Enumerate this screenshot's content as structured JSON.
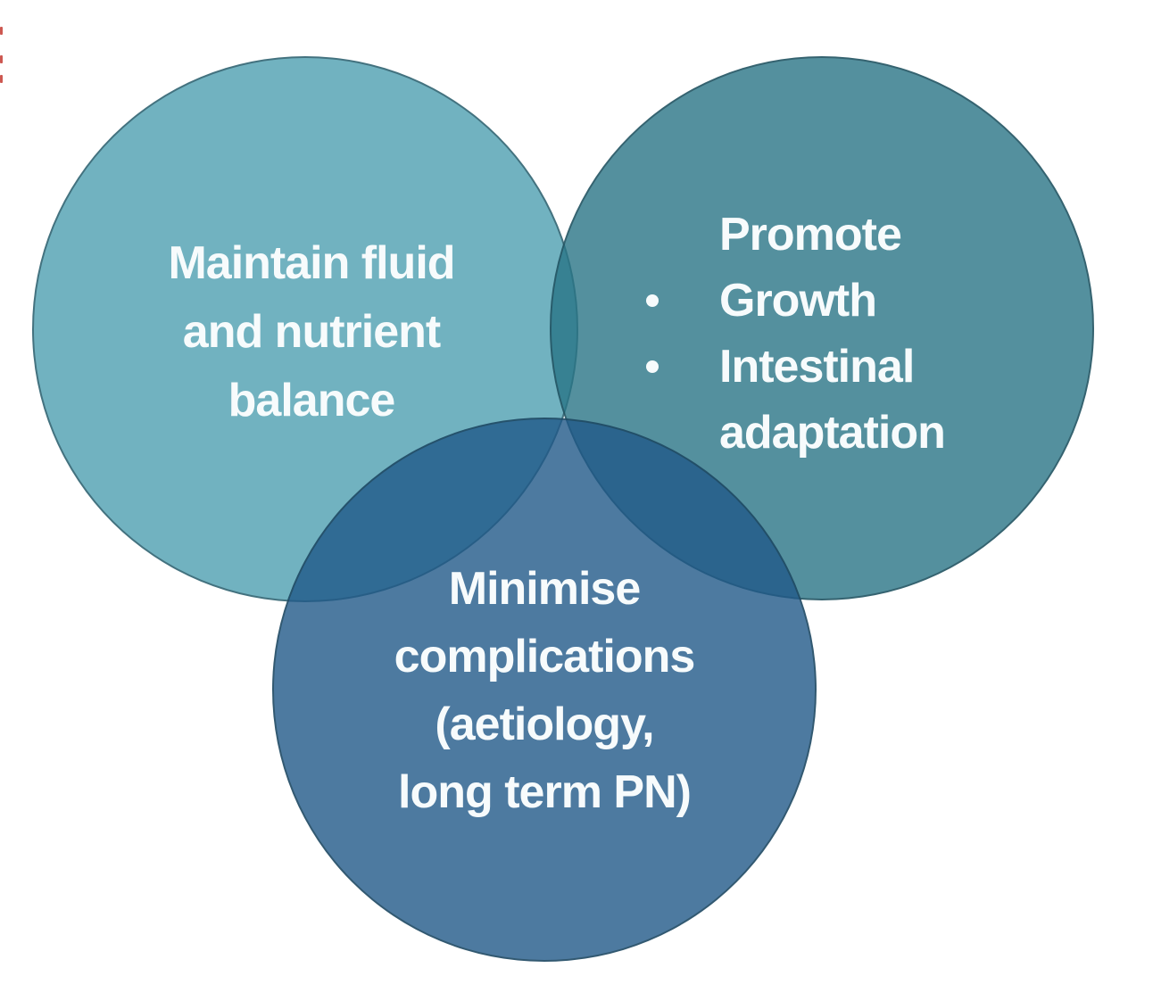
{
  "diagram": {
    "type": "venn",
    "background_color": "#ffffff",
    "text_color": "#f7fbfc",
    "outline_color": "#1e3e4a",
    "circles": [
      {
        "id": "fluid-nutrient-balance",
        "fill_color": "#71b2c0",
        "lines": [
          "Maintain fluid",
          "and nutrient",
          "balance"
        ]
      },
      {
        "id": "promote-growth-adaptation",
        "fill_color": "#54909e",
        "heading": "Promote",
        "bullet_items": [
          "Growth",
          "Intestinal adaptation"
        ],
        "lines": [
          {
            "text": "Promote"
          },
          {
            "text": "Growth"
          },
          {
            "text": "Intestinal"
          },
          {
            "text": "adaptation"
          }
        ]
      },
      {
        "id": "minimise-complications",
        "fill_color": "#4d7aa0",
        "lines": [
          "Minimise",
          "complications",
          "(aetiology,",
          "long term PN)"
        ]
      }
    ],
    "overlap_colors": {
      "fluid_promote": "#3d8191",
      "fluid_minimise": "#2e6d8e",
      "promote_minimise": "#2b648d"
    }
  },
  "edge_artifact": {
    "color": "#c43b33"
  }
}
